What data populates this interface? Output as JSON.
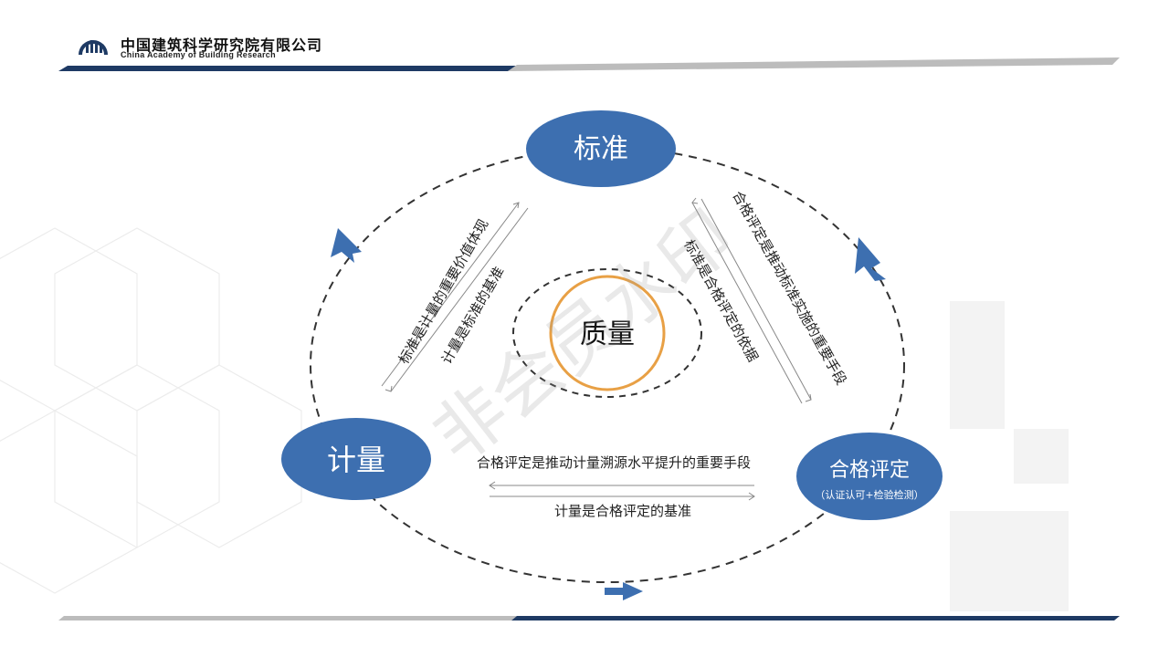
{
  "header": {
    "org_cn": "中国建筑科学研究院有限公司",
    "org_en": "China Academy of Building Research"
  },
  "diagram": {
    "center": "质量",
    "nodes": {
      "top": "标准",
      "left": "计量",
      "right": "合格评定",
      "right_sub": "（认证认可+检验检测）"
    },
    "relations": {
      "left_outer": "标准是计量的重要价值体现",
      "left_inner": "计量是标准的基准",
      "right_outer": "合格评定是推动标准实施的重要手段",
      "right_inner": "标准是合格评定的依据",
      "bottom_upper": "合格评定是推动计量溯源水平提升的重要手段",
      "bottom_lower": "计量是合格评定的基准"
    },
    "watermark": "非会员水印",
    "colors": {
      "node_fill": "#3d6fb0",
      "center_ring": "#e8a045",
      "arrow_fill": "#3d6fb0",
      "header_navy": "#1e3a64",
      "header_gray": "#bcbcbc"
    }
  }
}
